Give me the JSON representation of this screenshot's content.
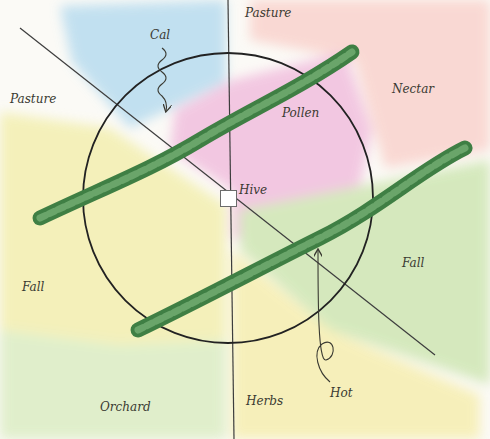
{
  "diagram": {
    "nodes": [
      {
        "text": [
          "Hive"
        ]
      }
    ],
    "labels": [
      "Cal",
      "Pasture",
      "Pasture",
      "Nectar",
      "Pollen",
      "Fall",
      "Fall",
      "Herbs",
      "Hot",
      "Orchard"
    ]
  }
}
